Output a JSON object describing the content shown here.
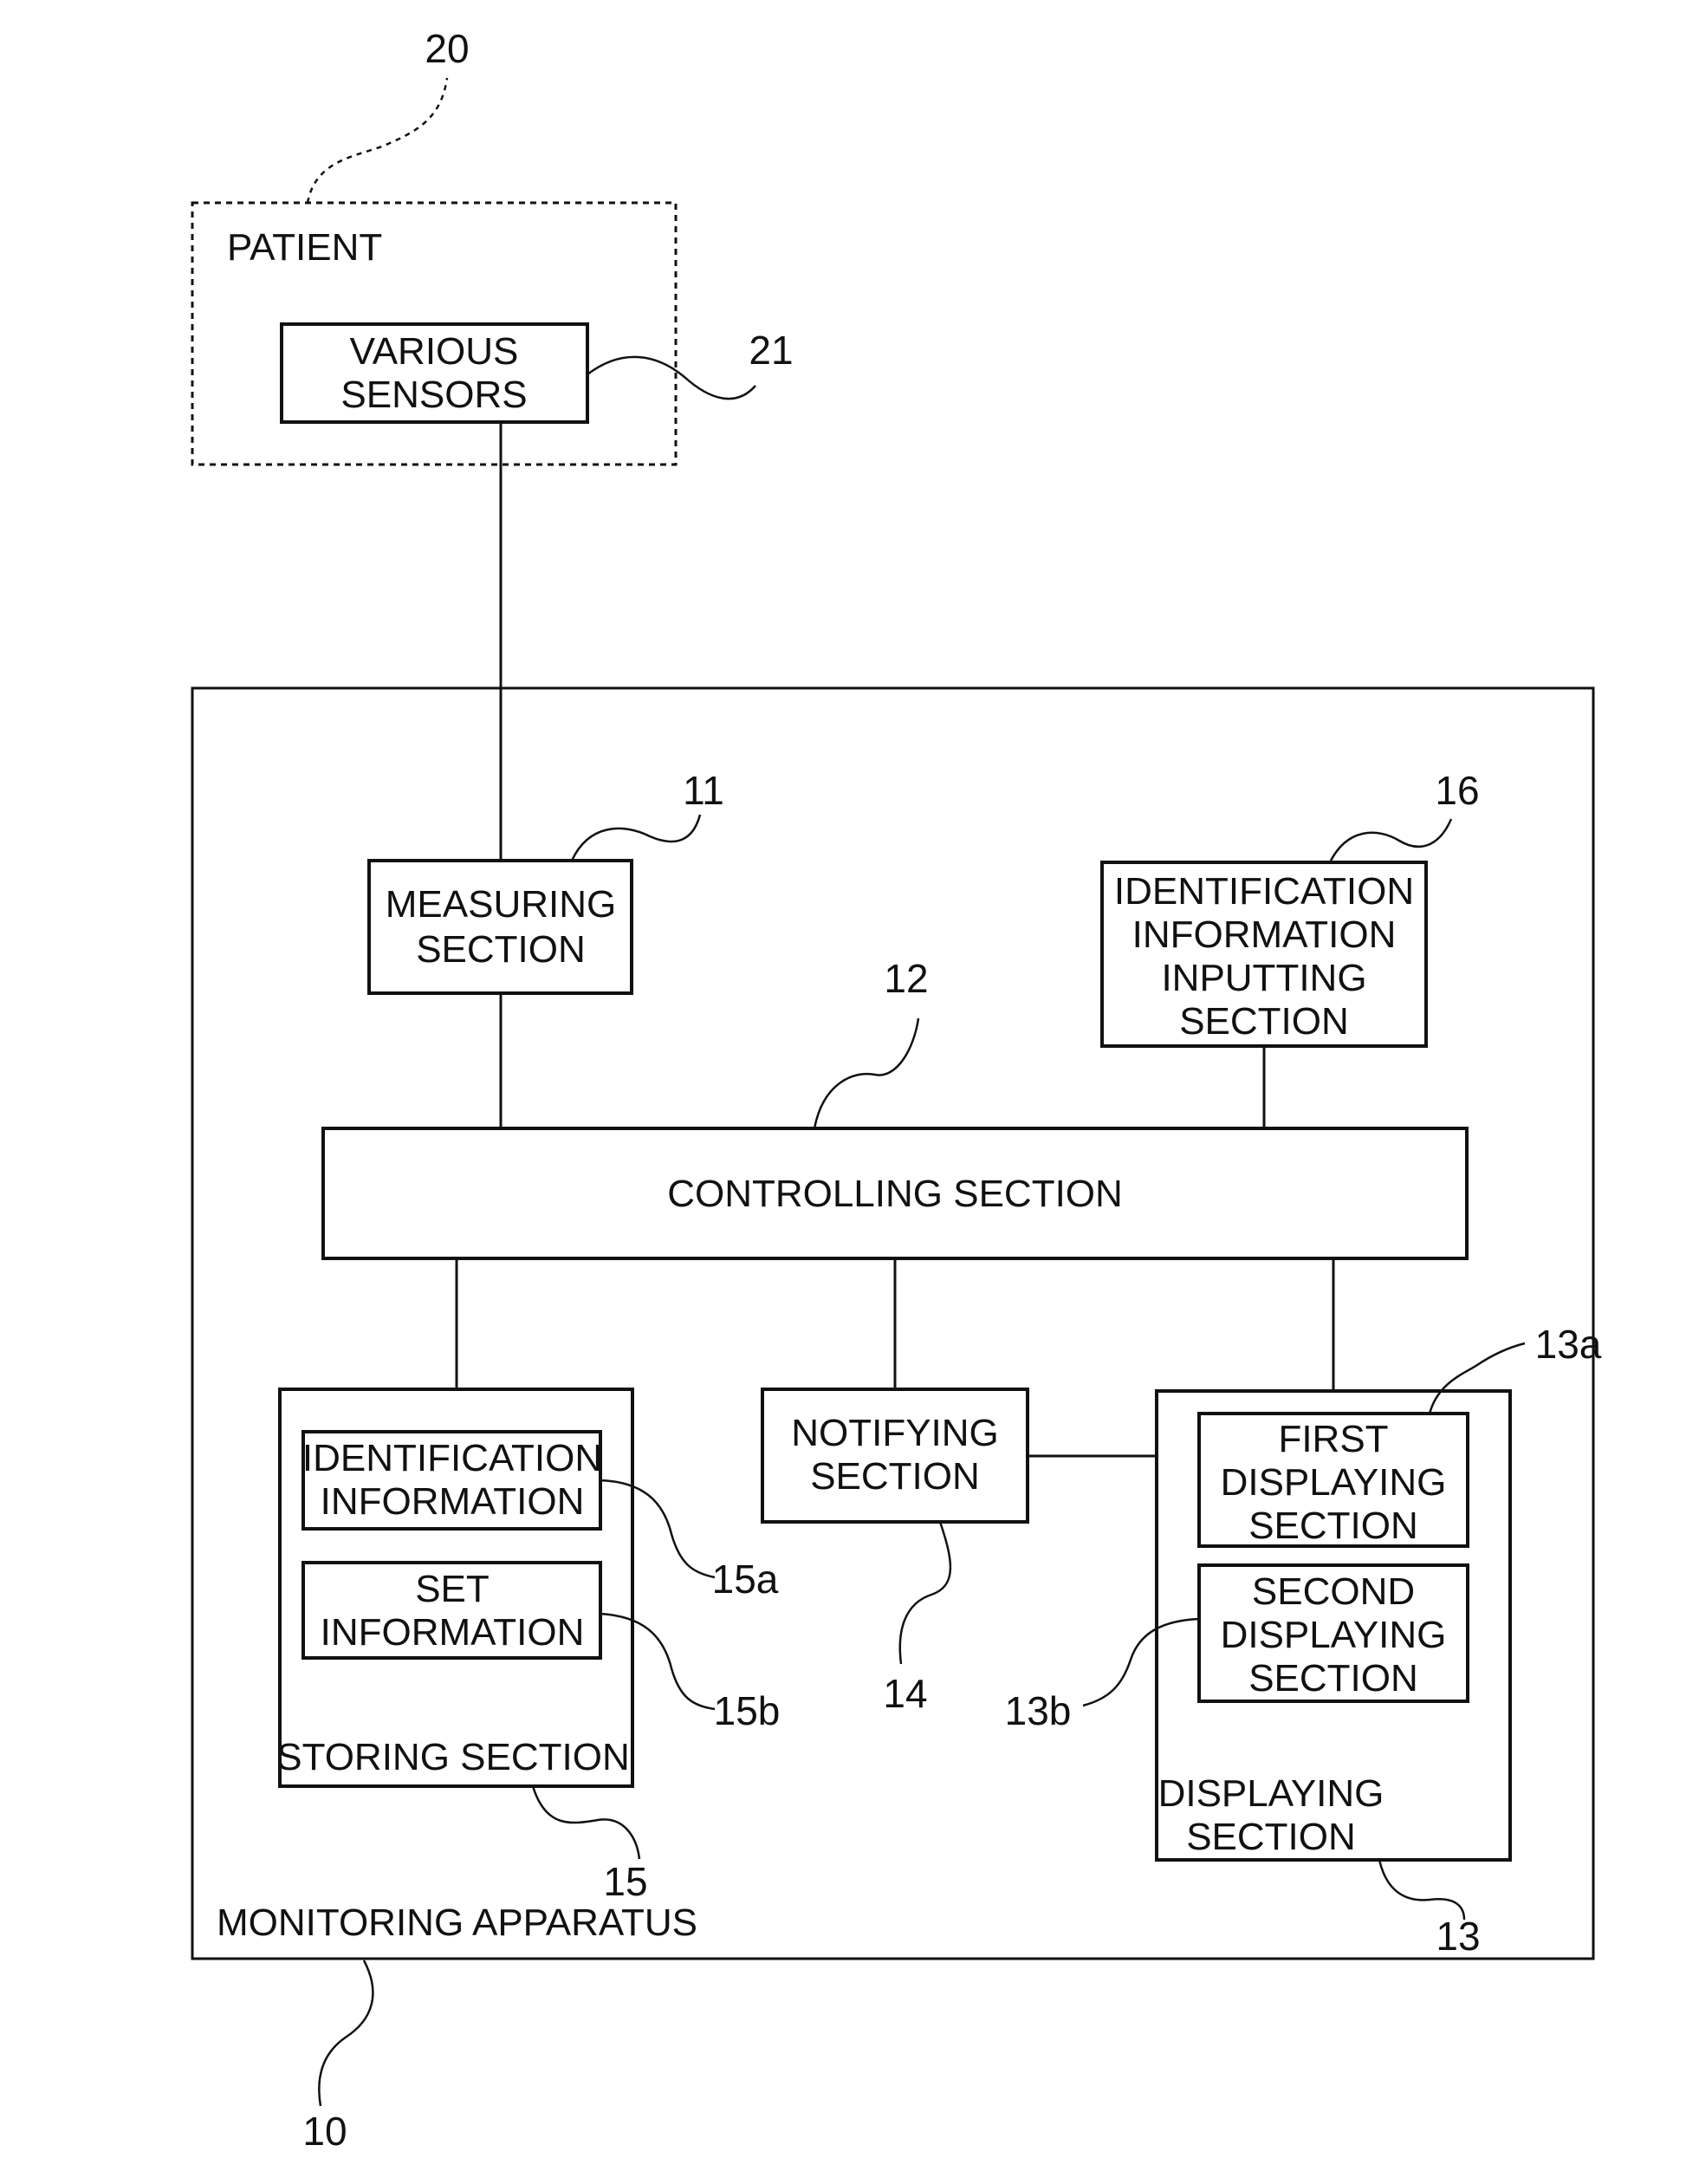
{
  "patient": {
    "label": "PATIENT",
    "ref": "20",
    "sensors": {
      "line1": "VARIOUS",
      "line2": "SENSORS",
      "ref": "21"
    }
  },
  "apparatus": {
    "label": "MONITORING APPARATUS",
    "ref": "10",
    "measuring": {
      "line1": "MEASURING",
      "line2": "SECTION",
      "ref": "11"
    },
    "controlling": {
      "label": "CONTROLLING SECTION",
      "ref": "12"
    },
    "identification_input": {
      "line1": "IDENTIFICATION",
      "line2": "INFORMATION",
      "line3": "INPUTTING",
      "line4": "SECTION",
      "ref": "16"
    },
    "notifying": {
      "line1": "NOTIFYING",
      "line2": "SECTION",
      "ref": "14"
    },
    "storing": {
      "label": "STORING SECTION",
      "ref": "15",
      "identification_info": {
        "line1": "IDENTIFICATION",
        "line2": "INFORMATION",
        "ref": "15a"
      },
      "set_info": {
        "line1": "SET",
        "line2": "INFORMATION",
        "ref": "15b"
      }
    },
    "displaying": {
      "line1": "DISPLAYING",
      "line2": "SECTION",
      "ref": "13",
      "first": {
        "line1": "FIRST",
        "line2": "DISPLAYING",
        "line3": "SECTION",
        "ref": "13a"
      },
      "second": {
        "line1": "SECOND",
        "line2": "DISPLAYING",
        "line3": "SECTION",
        "ref": "13b"
      }
    }
  }
}
